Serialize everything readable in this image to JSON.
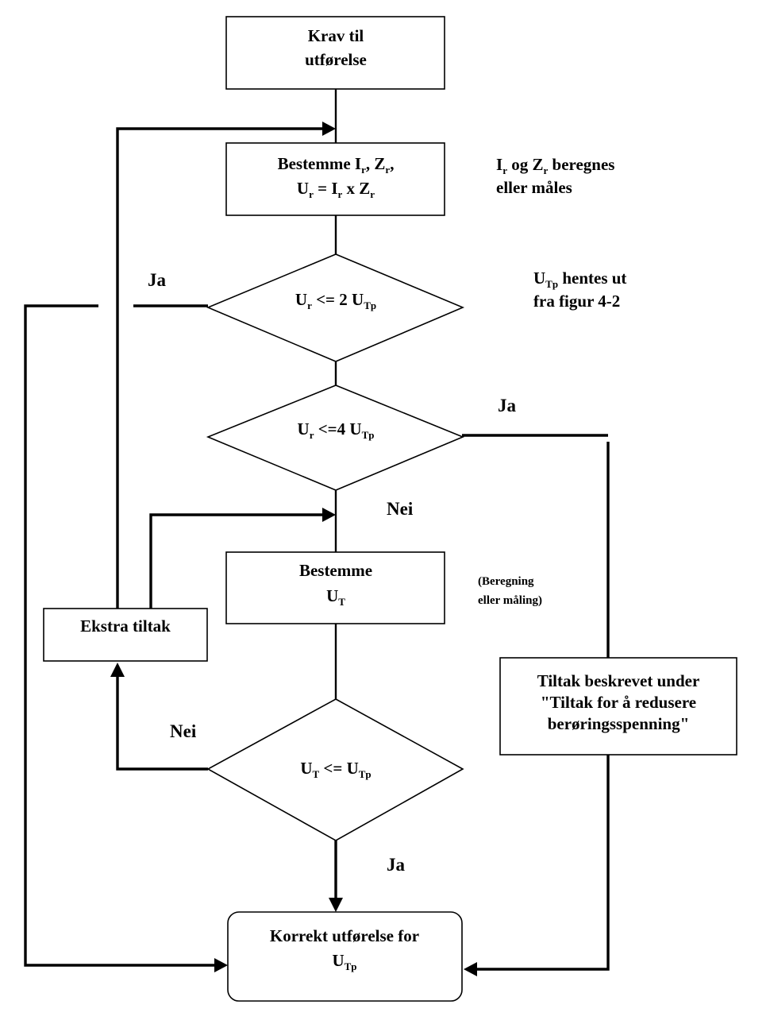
{
  "nodes": {
    "krav": {
      "line1": "Krav til",
      "line2": "utførelse"
    },
    "bestemme_i": {
      "line1": "Bestemme I",
      "s1": "r",
      "line1b": ", Z",
      "s2": "r",
      "line1c": ",",
      "line2a": "U",
      "s3": "r",
      "line2b": " = I",
      "s4": "r",
      "line2c": " x Z",
      "s5": "r"
    },
    "dec1": {
      "a": "U",
      "s1": "r",
      "b": " <= 2 U",
      "s2": "Tp"
    },
    "dec2": {
      "a": "U",
      "s1": "r",
      "b": " <=4 U",
      "s2": "Tp"
    },
    "bestemme_ut": {
      "line1": "Bestemme",
      "line2": "U",
      "s1": "T"
    },
    "dec3": {
      "a": "U",
      "s1": "T",
      "b": " <= U",
      "s2": "Tp"
    },
    "ekstra": {
      "label": "Ekstra tiltak"
    },
    "tiltak": {
      "line1": "Tiltak beskrevet under",
      "line2": "\"Tiltak for å redusere",
      "line3": "berøringsspenning\""
    },
    "korrekt": {
      "line1": "Korrekt utførelse for",
      "line2": "U",
      "s1": "Tp"
    }
  },
  "notes": {
    "n1": {
      "a": "I",
      "s1": "r",
      "b": " og Z",
      "s2": "r",
      "c": " beregnes",
      "line2": "eller måles"
    },
    "n2": {
      "a": "U",
      "s1": "Tp",
      "b": " hentes ut",
      "line2": "fra figur 4-2"
    },
    "n3": {
      "line1": "(Beregning",
      "line2": "eller måling)"
    }
  },
  "edge_labels": {
    "ja1": "Ja",
    "ja2": "Ja",
    "nei1": "Nei",
    "nei2": "Nei",
    "ja3": "Ja"
  }
}
